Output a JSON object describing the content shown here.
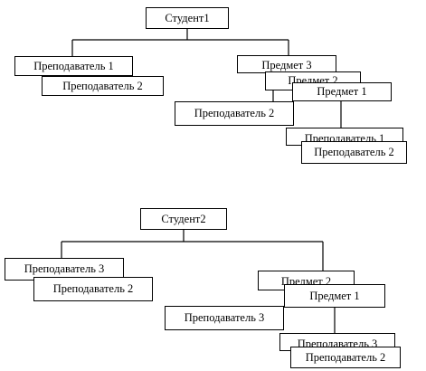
{
  "diagram_1": {
    "root": "Студент1",
    "left_stack": [
      "Преподаватель 1",
      "Преподаватель 2"
    ],
    "subject_stack": [
      "Предмет 3",
      "Предмет 2",
      "Предмет 1"
    ],
    "subject_teacher": "Преподаватель 2",
    "bottom_stack": [
      "Преподаватель 1",
      "Преподаватель 2"
    ]
  },
  "diagram_2": {
    "root": "Студент2",
    "left_stack": [
      "Преподаватель 3",
      "Преподаватель 2"
    ],
    "subject_stack": [
      "Предмет 2",
      "Предмет 1"
    ],
    "subject_teacher": "Преподаватель 3",
    "bottom_stack": [
      "Преподаватель 3",
      "Преподаватель 2"
    ]
  }
}
